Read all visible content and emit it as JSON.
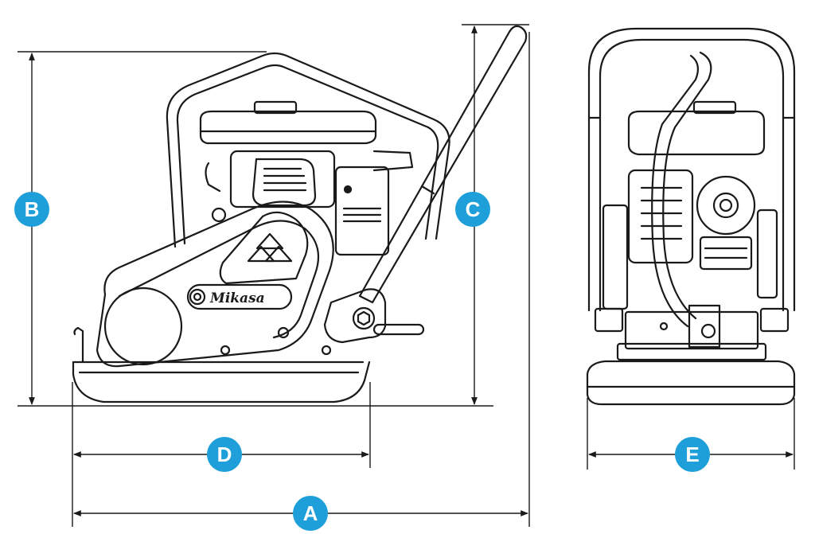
{
  "brand": {
    "logo_text": "Mikasa"
  },
  "dimension_labels": {
    "a": "A",
    "b": "B",
    "c": "C",
    "d": "D",
    "e": "E"
  },
  "colors": {
    "badge": "#1e9fd9",
    "line": "#1a1a1a",
    "background": "#ffffff"
  },
  "icons": {
    "logo_emblem": "triangle-emblem-icon",
    "arrow": "arrow-head-icon"
  }
}
